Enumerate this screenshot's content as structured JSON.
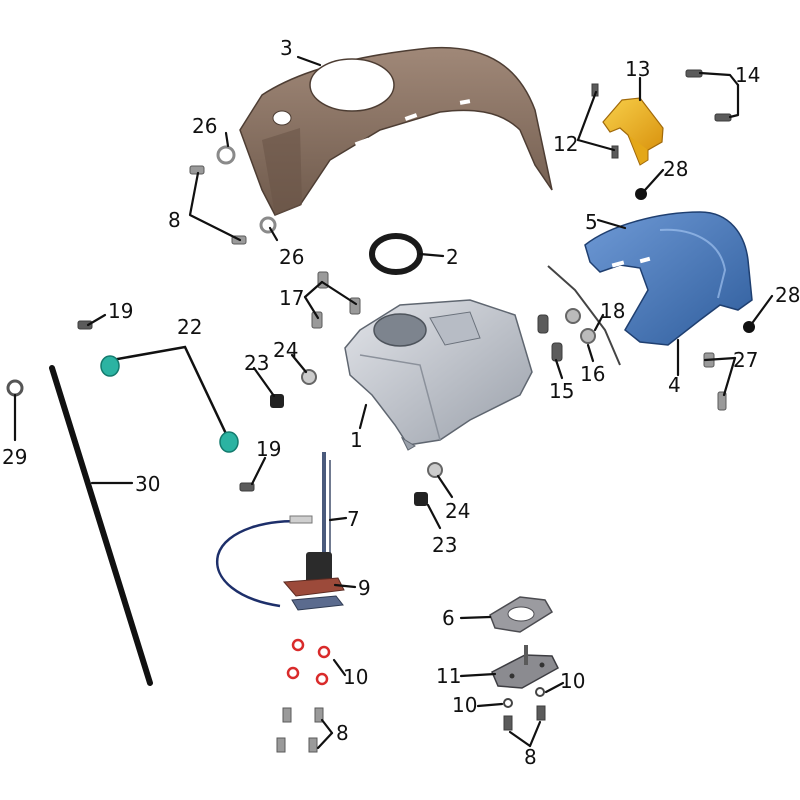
{
  "diagram": {
    "type": "exploded-parts-diagram",
    "colors": {
      "cover_3": "#8a7262",
      "cover_5_4": "#4f7fc0",
      "tank_1": "#c9ccd3",
      "bracket_13": "#f0b51d",
      "grommet_22": "#2bb3a2",
      "oring_10": "#d92b2b",
      "gasket_9": "#9c4a3a"
    },
    "callouts": [
      {
        "id": "3",
        "part": "upper-tank-cover"
      },
      {
        "id": "26a",
        "text": "26",
        "part": "washer"
      },
      {
        "id": "8a",
        "text": "8",
        "part": "bolt"
      },
      {
        "id": "26b",
        "text": "26",
        "part": "washer"
      },
      {
        "id": "2",
        "part": "filler-ring-seal"
      },
      {
        "id": "13",
        "part": "mounting-bracket"
      },
      {
        "id": "14",
        "part": "bolt"
      },
      {
        "id": "12",
        "part": "bolt"
      },
      {
        "id": "28a",
        "text": "28",
        "part": "rubber-damper"
      },
      {
        "id": "5",
        "part": "right-side-cover"
      },
      {
        "id": "28b",
        "text": "28",
        "part": "rubber-damper"
      },
      {
        "id": "18",
        "part": "breather-hose"
      },
      {
        "id": "16",
        "part": "collar"
      },
      {
        "id": "15",
        "part": "mount"
      },
      {
        "id": "27",
        "part": "bolt"
      },
      {
        "id": "4",
        "part": "left-side-cover"
      },
      {
        "id": "17",
        "part": "bolt"
      },
      {
        "id": "19a",
        "text": "19",
        "part": "clip"
      },
      {
        "id": "22",
        "part": "drain-hose"
      },
      {
        "id": "23a",
        "text": "23",
        "part": "rubber-mount"
      },
      {
        "id": "24a",
        "text": "24",
        "part": "collar"
      },
      {
        "id": "1",
        "part": "fuel-tank"
      },
      {
        "id": "29",
        "part": "clamp"
      },
      {
        "id": "30",
        "part": "hose"
      },
      {
        "id": "19b",
        "text": "19",
        "part": "clip"
      },
      {
        "id": "24b",
        "text": "24",
        "part": "collar"
      },
      {
        "id": "23b",
        "text": "23",
        "part": "rubber-mount"
      },
      {
        "id": "7",
        "part": "fuel-pump"
      },
      {
        "id": "9",
        "part": "gasket"
      },
      {
        "id": "6",
        "part": "plate"
      },
      {
        "id": "11",
        "part": "sender-unit"
      },
      {
        "id": "10a",
        "text": "10",
        "part": "o-ring"
      },
      {
        "id": "10b",
        "text": "10",
        "part": "o-ring"
      },
      {
        "id": "10c",
        "text": "10",
        "part": "o-ring"
      },
      {
        "id": "8b",
        "text": "8",
        "part": "bolt"
      },
      {
        "id": "8c",
        "text": "8",
        "part": "bolt"
      }
    ]
  }
}
